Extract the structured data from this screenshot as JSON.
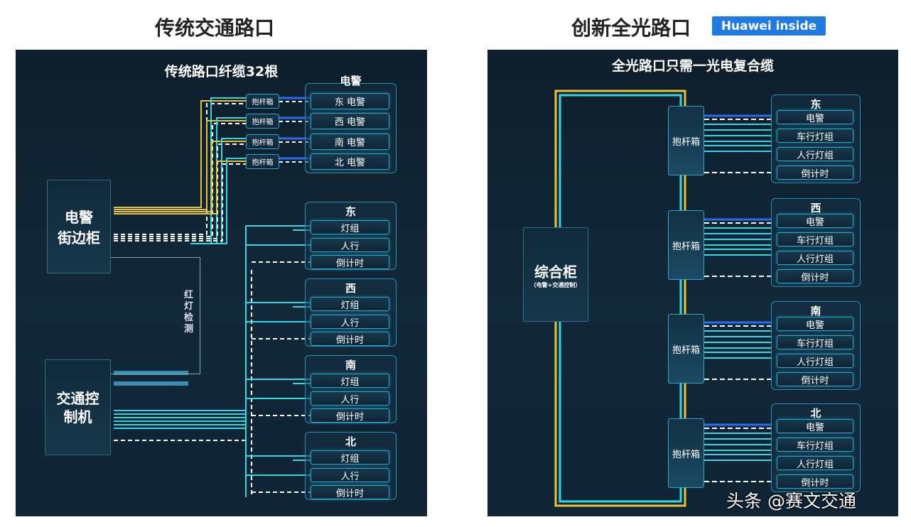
{
  "left": {
    "title": "传统交通路口",
    "subtitle": "传统路口纤缆32根",
    "police_cabinet": [
      "电警",
      "街边柜"
    ],
    "signal_controller": [
      "交通控制机"
    ],
    "red_light_detect": "红灯检测",
    "pole_box": "抱杆箱",
    "police_group": {
      "title": "电警",
      "items": [
        "东 电警",
        "西 电警",
        "南 电警",
        "北 电警"
      ]
    },
    "directions": [
      {
        "title": "东",
        "items": [
          "灯组",
          "人行",
          "倒计时"
        ]
      },
      {
        "title": "西",
        "items": [
          "灯组",
          "人行",
          "倒计时"
        ]
      },
      {
        "title": "南",
        "items": [
          "灯组",
          "人行",
          "倒计时"
        ]
      },
      {
        "title": "北",
        "items": [
          "灯组",
          "人行",
          "倒计时"
        ]
      }
    ]
  },
  "right": {
    "title": "创新全光路口",
    "badge": "Huawei inside",
    "subtitle": "全光路口只需一光电复合缆",
    "cabinet": "综合柜",
    "cabinet_note": "（电警+交通控制）",
    "pole_box": "抱杆箱",
    "directions": [
      {
        "title": "东",
        "items": [
          "电警",
          "车行灯组",
          "人行灯组",
          "倒计时"
        ]
      },
      {
        "title": "西",
        "items": [
          "电警",
          "车行灯组",
          "人行灯组",
          "倒计时"
        ]
      },
      {
        "title": "南",
        "items": [
          "电警",
          "车行灯组",
          "人行灯组",
          "倒计时"
        ]
      },
      {
        "title": "北",
        "items": [
          "电警",
          "车行灯组",
          "人行灯组",
          "倒计时"
        ]
      }
    ]
  },
  "watermark": "头条 @赛文交通",
  "colors": {
    "cyan": "#35d6e0",
    "yellow": "#e8c23a",
    "blue": "#2a6cf0",
    "badge": "#1f7be0"
  }
}
